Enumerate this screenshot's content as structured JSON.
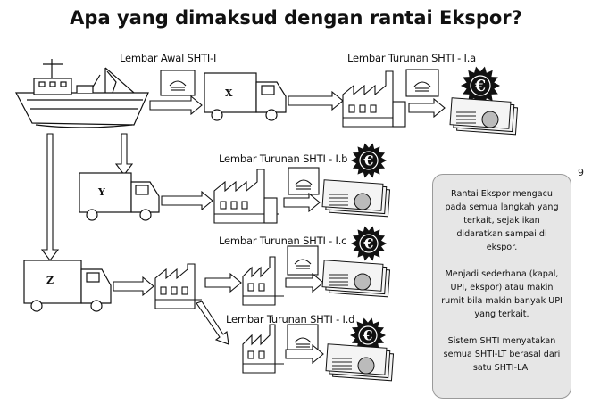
{
  "title": "Apa yang dimaksud dengan rantai Ekspor?",
  "page_number": "9",
  "labels": {
    "lembar_awal": "Lembar Awal SHTI-I",
    "turunan_a": "Lembar Turunan SHTI - I.a",
    "turunan_b": "Lembar Turunan SHTI - I.b",
    "turunan_c": "Lembar Turunan SHTI - I.c",
    "turunan_d": "Lembar Turunan SHTI - I.d"
  },
  "trucks": {
    "x": "X",
    "y": "Y",
    "z": "Z"
  },
  "currency_symbol": "€",
  "info": {
    "p1": "Rantai Ekspor mengacu pada semua langkah yang terkait, sejak ikan didaratkan sampai di ekspor.",
    "p2": "Menjadi sederhana (kapal, UPI, ekspor) atau makin rumit bila makin banyak UPI yang terkait.",
    "p3": "Sistem SHTI menyatakan semua SHTI-LT berasal dari satu SHTI-LA."
  },
  "icons": [
    "fishing-boat-icon",
    "truck-icon",
    "factory-icon",
    "certificate-icon",
    "euro-burst-icon",
    "banknotes-icon",
    "arrow-icon"
  ],
  "colors": {
    "ink": "#111111",
    "panel": "#e6e6e6",
    "burst": "#111111"
  }
}
